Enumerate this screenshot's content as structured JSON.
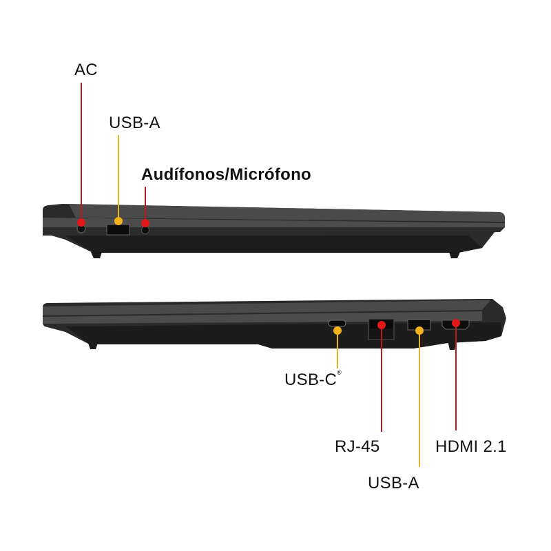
{
  "colors": {
    "red": "#e01818",
    "yellow": "#f5b21a",
    "line_red": "#b71c1c",
    "line_yellow": "#e8b32a",
    "chassis": "#3a3a3a",
    "chassis_dark": "#1e1e1e"
  },
  "left_side": {
    "labels": {
      "ac": "AC",
      "usb_a": "USB-A",
      "audio": "Audífonos/Micrófono"
    }
  },
  "right_side": {
    "labels": {
      "usb_c": "USB-C",
      "usb_c_mark": "®",
      "rj45": "RJ-45",
      "hdmi": "HDMI 2.1",
      "usb_a": "USB-A"
    }
  }
}
